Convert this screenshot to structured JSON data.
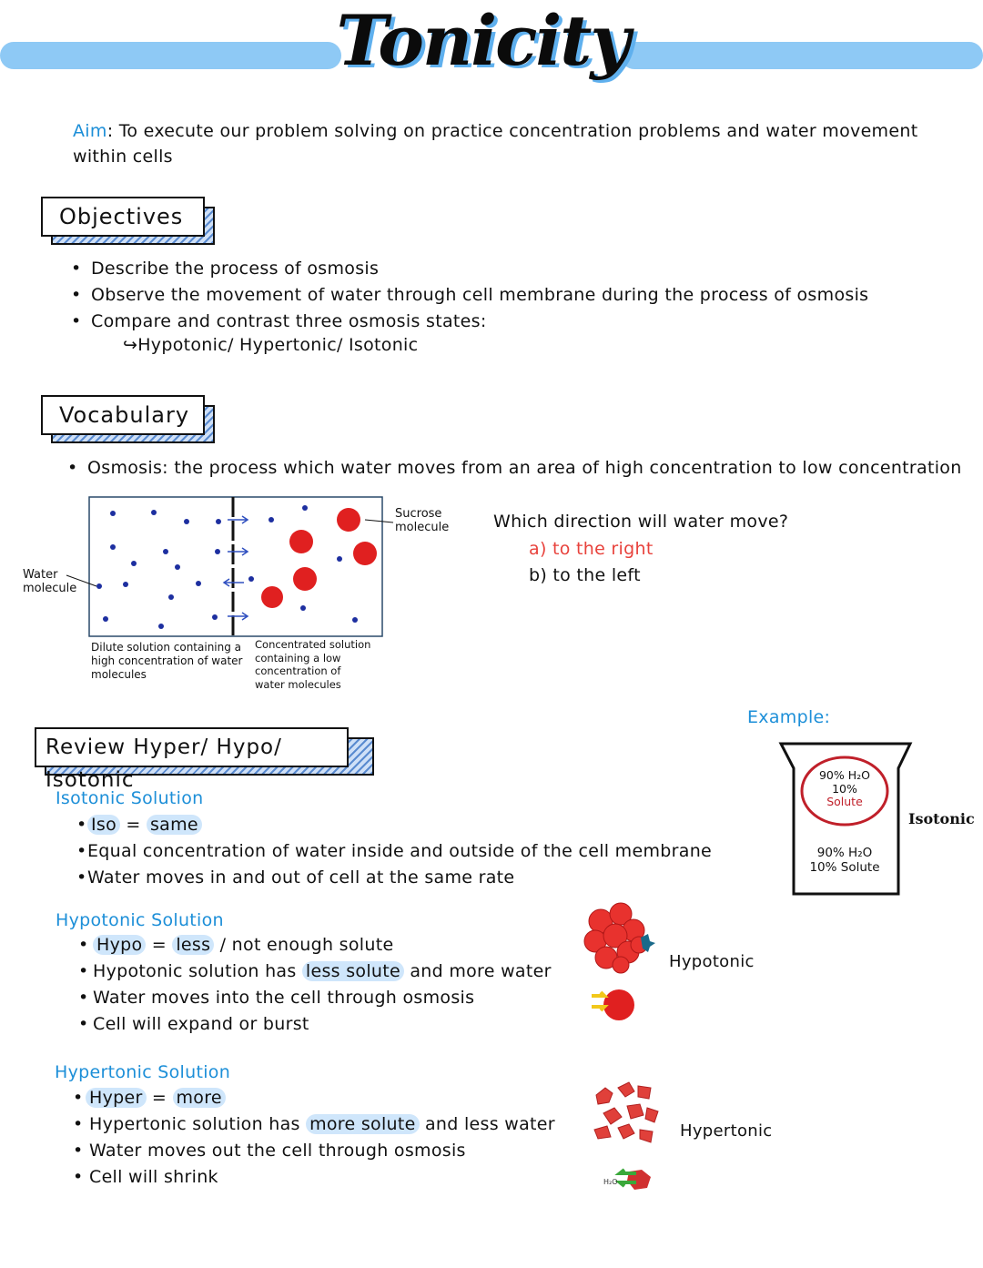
{
  "header": {
    "title": "Tonicity"
  },
  "aim": {
    "label": "Aim",
    "text": ": To execute our problem solving on practice concentration problems and water movement within cells"
  },
  "objectives": {
    "heading": "Objectives",
    "items": [
      "Describe the process of osmosis",
      "Observe the movement of water through cell membrane during the process of osmosis",
      "Compare and contrast three osmosis states:"
    ],
    "sub_item": "↪Hypotonic/ Hypertonic/ Isotonic"
  },
  "vocabulary": {
    "heading": "Vocabulary",
    "definition": "Osmosis: the process which water moves from an area of high concentration to low concentration"
  },
  "diagram": {
    "sucrose_label": "Sucrose molecule",
    "water_label": "Water molecule",
    "left_caption": "Dilute solution containing a high concentration of water molecules",
    "right_caption": "Concentrated solution containing a low concentration of water molecules"
  },
  "question": {
    "prompt": "Which direction will water move?",
    "option_a": "a) to the right",
    "option_b": "b) to the left"
  },
  "review": {
    "heading": "Review Hyper/ Hypo/ Isotonic",
    "example_label": "Example:",
    "beaker": {
      "inner_line1": "90% H₂O",
      "inner_line2": "10%",
      "inner_line3": "Solute",
      "outer_line1": "90% H₂O",
      "outer_line2": "10% Solute",
      "label": "Isotonic"
    },
    "isotonic": {
      "heading": "Isotonic Solution",
      "b1_word": "Iso",
      "b1_eq": " = ",
      "b1_meaning": "same",
      "b2": "Equal concentration of water inside and outside of the cell membrane",
      "b3": "Water moves in and out of cell at the same rate"
    },
    "hypotonic": {
      "heading": "Hypotonic Solution",
      "b1_word": "Hypo",
      "b1_eq": " = ",
      "b1_meaning": "less",
      "b1_rest": " / not enough solute",
      "b2_pre": "Hypotonic solution has ",
      "b2_hl": "less solute",
      "b2_post": " and more water",
      "b3": "Water moves into the cell through osmosis",
      "b4": "Cell will expand or burst",
      "image_label": "Hypotonic"
    },
    "hypertonic": {
      "heading": "Hypertonic Solution",
      "b1_word": "Hyper",
      "b1_eq": " = ",
      "b1_meaning": "more",
      "b2_pre": "Hypertonic solution has ",
      "b2_hl": "more solute",
      "b2_post": " and less water",
      "b3": "Water moves out the cell through osmosis",
      "b4": "Cell will shrink",
      "image_label": "Hypertonic"
    }
  },
  "colors": {
    "accent_blue": "#1d8fd8",
    "bar_blue": "#8ec9f5",
    "answer_red": "#e8423c",
    "highlight": "#cfe6fb"
  }
}
